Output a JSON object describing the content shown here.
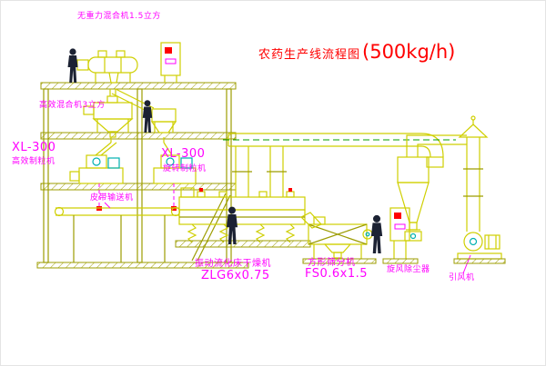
{
  "title": {
    "name": "农药生产线流程图",
    "capacity": "(500kg/h)"
  },
  "labels": {
    "top_mixer": "无重力混合机1.5立方",
    "mid_mixer": "高效混合机3立方",
    "granulator_left": {
      "model": "XL-300",
      "name": "高效制粒机"
    },
    "granulator_mid": {
      "model": "XL-300",
      "name": "旋转制粒机"
    },
    "belt_conveyor": "皮带输送机",
    "fluid_bed_dryer": {
      "name": "振动流化床干燥机",
      "model": "ZLG6x0.75"
    },
    "square_sifter": {
      "name": "方形筛分机",
      "model": "FS0.6x1.5"
    },
    "cyclone": "旋风除尘器",
    "fan": "引风机"
  },
  "colors": {
    "magenta": "#ff00ff",
    "red": "#ff0000",
    "yellow": "#cfcf00",
    "olive": "#9c9c00",
    "cyan": "#00b0b0",
    "green": "#00a000",
    "dark": "#1c2233",
    "bg": "#ffffff"
  }
}
